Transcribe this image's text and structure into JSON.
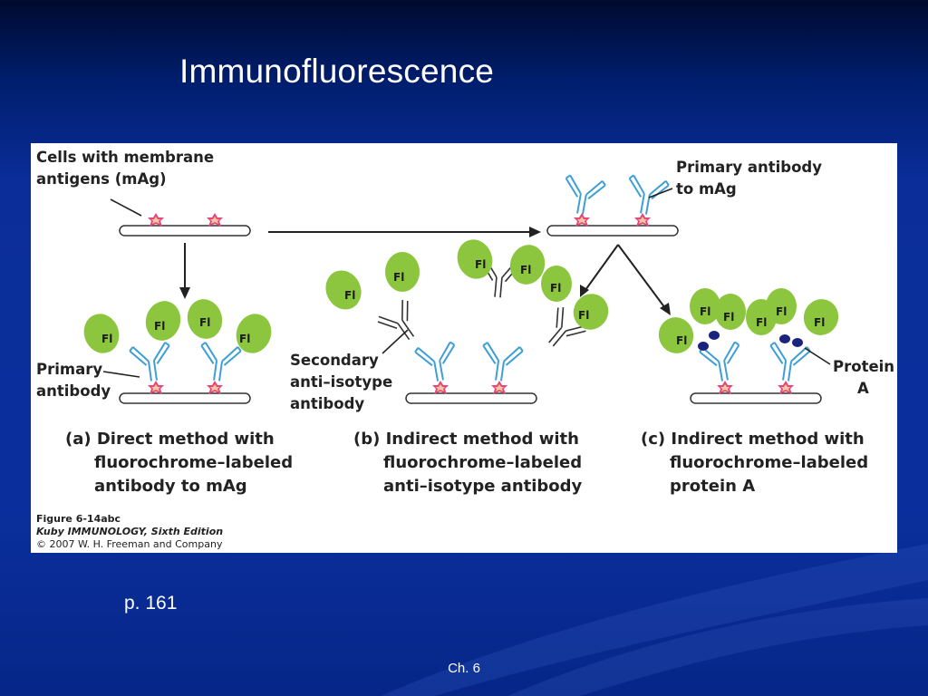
{
  "slide": {
    "title": "Immunofluorescence",
    "page_ref": "p. 161",
    "footer": "Ch. 6"
  },
  "figure": {
    "cells_label": [
      "Cells with membrane",
      "antigens (mAg)"
    ],
    "primary_to_mag_label": [
      "Primary antibody",
      "to mAg"
    ],
    "primary_antibody_label": [
      "Primary",
      "antibody"
    ],
    "secondary_label": [
      "Secondary",
      "anti–isotype",
      "antibody"
    ],
    "protein_a_label": [
      "Protein",
      "A"
    ],
    "fl_tag": "Fl",
    "panel_a": [
      "(a) Direct method with",
      "fluorochrome–labeled",
      "antibody to mAg"
    ],
    "panel_b": [
      "(b) Indirect method with",
      "fluorochrome–labeled",
      "anti–isotype antibody"
    ],
    "panel_c": [
      "(c) Indirect method with",
      "fluorochrome–labeled",
      "protein A"
    ],
    "caption": [
      "Figure 6-14abc",
      "Kuby IMMUNOLOGY, Sixth Edition",
      "© 2007 W. H. Freeman and Company"
    ]
  },
  "colors": {
    "fluor_green": "#8cc63f",
    "antibody_blue": "#3d9fd6",
    "antigen_pink": "#e7467d",
    "protein_a_navy": "#1a237e"
  }
}
